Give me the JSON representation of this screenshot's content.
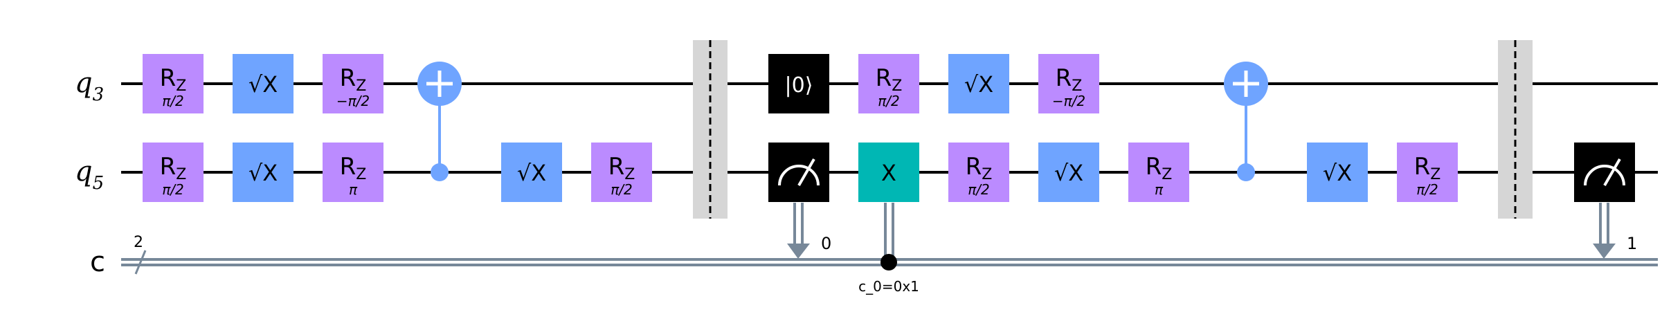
{
  "colors": {
    "rz": "#bb8bff",
    "sx": "#6fa4ff",
    "cx": "#6fa4ff",
    "reset": "#000000",
    "measure": "#000000",
    "x_gate": "#00b7b4",
    "barrier": "#d6d6d6",
    "classical_wire": "#778899",
    "wire": "#000000"
  },
  "registers": {
    "q3": {
      "name": "q",
      "index": "3"
    },
    "q5": {
      "name": "q",
      "index": "5"
    },
    "c": {
      "name": "c",
      "size": "2"
    }
  },
  "gates": {
    "rz": {
      "main": "R",
      "sub": "Z",
      "params": [
        "π/2",
        "−π/2",
        "π"
      ]
    },
    "sx": {
      "label": "√X"
    },
    "reset": {
      "label": "|0⟩"
    },
    "x": {
      "label": "X"
    }
  },
  "classical": {
    "measure_bits": [
      "0",
      "1"
    ],
    "condition": "c_0=0x1"
  }
}
